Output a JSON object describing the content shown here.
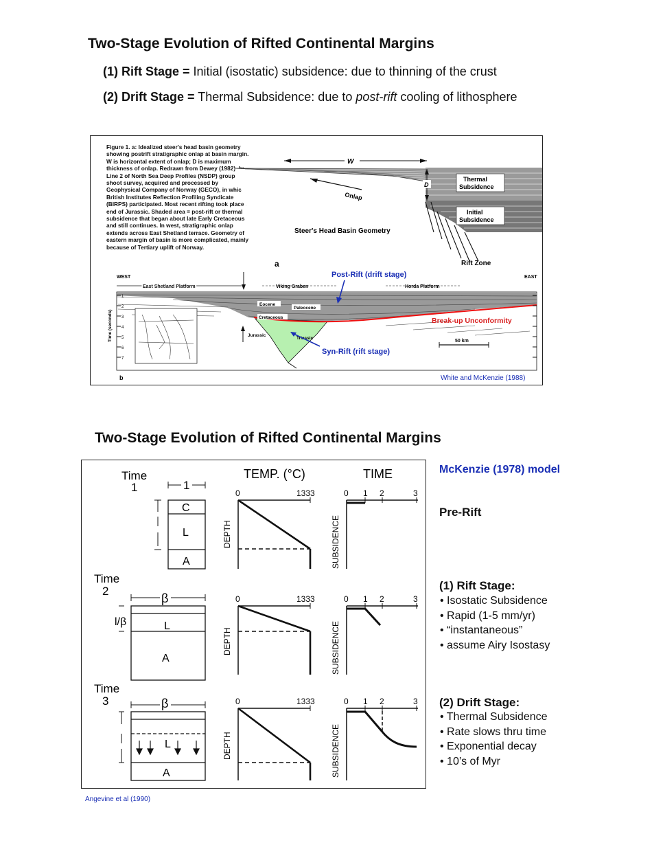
{
  "top": {
    "title": "Two-Stage Evolution of Rifted Continental Margins",
    "stage1": {
      "num": "(1)",
      "label": "Rift Stage =",
      "text": " Initial (isostatic) subsidence: due to thinning of the crust"
    },
    "stage2": {
      "num": "(2)",
      "label": "Drift Stage =",
      "text_a": " Thermal Subsidence: due to ",
      "text_em": "post-rift",
      "text_b": " cooling of lithosphere"
    }
  },
  "figure1": {
    "caption": "Figure 1. a: Idealized steer's head basin geometry showing postrift stratigraphic onlap at basin margin. W is horizontal extent of onlap; D is maximum thickness of onlap. Redrawn from Dewey (1982). b: Line 2 of North Sea Deep Profiles (NSDP) group shoot survey, acquired and processed by Geophysical Company of Norway (GECO), in which British Institutes Reflection Profiling Syndicate (BIRPS) participated. Most recent rifting took place at end of Jurassic. Shaded area = post-rift or thermal subsidence that began about late Early Cretaceous and still continues. In west, stratigraphic onlap extends across East Shetland terrace. Geometry of eastern margin of basin is more complicated, mainly because of Tertiary uplift of Norway.",
    "w_label": "W",
    "d_label": "D",
    "onlap": "Onlap",
    "thermal": "Thermal Subsidence",
    "initial": "Initial Subsidence",
    "rift_zone": "Rift Zone",
    "steers_head": "Steer's Head Basin Geometry",
    "panel_a": "a",
    "panel_b": "b",
    "west": "WEST",
    "east": "EAST",
    "east_shetland": "East Shetland Platform",
    "viking": "Viking Graben",
    "horda": "Horda Platform",
    "eocene": "Eocene",
    "paleocene": "Paleocene",
    "cretaceous": "Cretaceous",
    "jurassic": "Jurassic",
    "triassic": "Triassic",
    "time_axis": "Time (seconds)",
    "ticks": [
      "1",
      "2",
      "3",
      "4",
      "5",
      "6",
      "7"
    ],
    "scale": "50 km",
    "post_rift": "Post-Rift (drift stage)",
    "syn_rift": "Syn-Rift (rift stage)",
    "breakup": "Break-up Unconformity",
    "credit": "White and McKenzie (1988)"
  },
  "bottom": {
    "title": "Two-Stage Evolution of Rifted Continental Margins",
    "model": "McKenzie (1978) model",
    "prerift": "Pre-Rift",
    "rift_title": "(1) Rift Stage:",
    "rift_items": [
      "Isostatic Subsidence",
      "Rapid (1-5 mm/yr)",
      "“instantaneous”",
      "assume Airy Isostasy"
    ],
    "drift_title": "(2) Drift Stage:",
    "drift_items": [
      "Thermal Subsidence",
      "Rate slows thru time",
      "Exponential decay",
      "10’s of Myr"
    ],
    "credit": "Angevine et al (1990)"
  },
  "figure2": {
    "temp_header": "TEMP. (°C)",
    "time_header": "TIME",
    "time1": [
      "Time",
      "1"
    ],
    "time2": [
      "Time",
      "2"
    ],
    "time3": [
      "Time",
      "3"
    ],
    "one": "1",
    "beta": "β",
    "c": "C",
    "l": "L",
    "a": "A",
    "slash_beta": "l/β",
    "depth": "DEPTH",
    "subsidence": "SUBSIDENCE",
    "t0": "0",
    "t1333": "1333",
    "time_ticks": [
      "0",
      "1",
      "2",
      "3"
    ]
  }
}
